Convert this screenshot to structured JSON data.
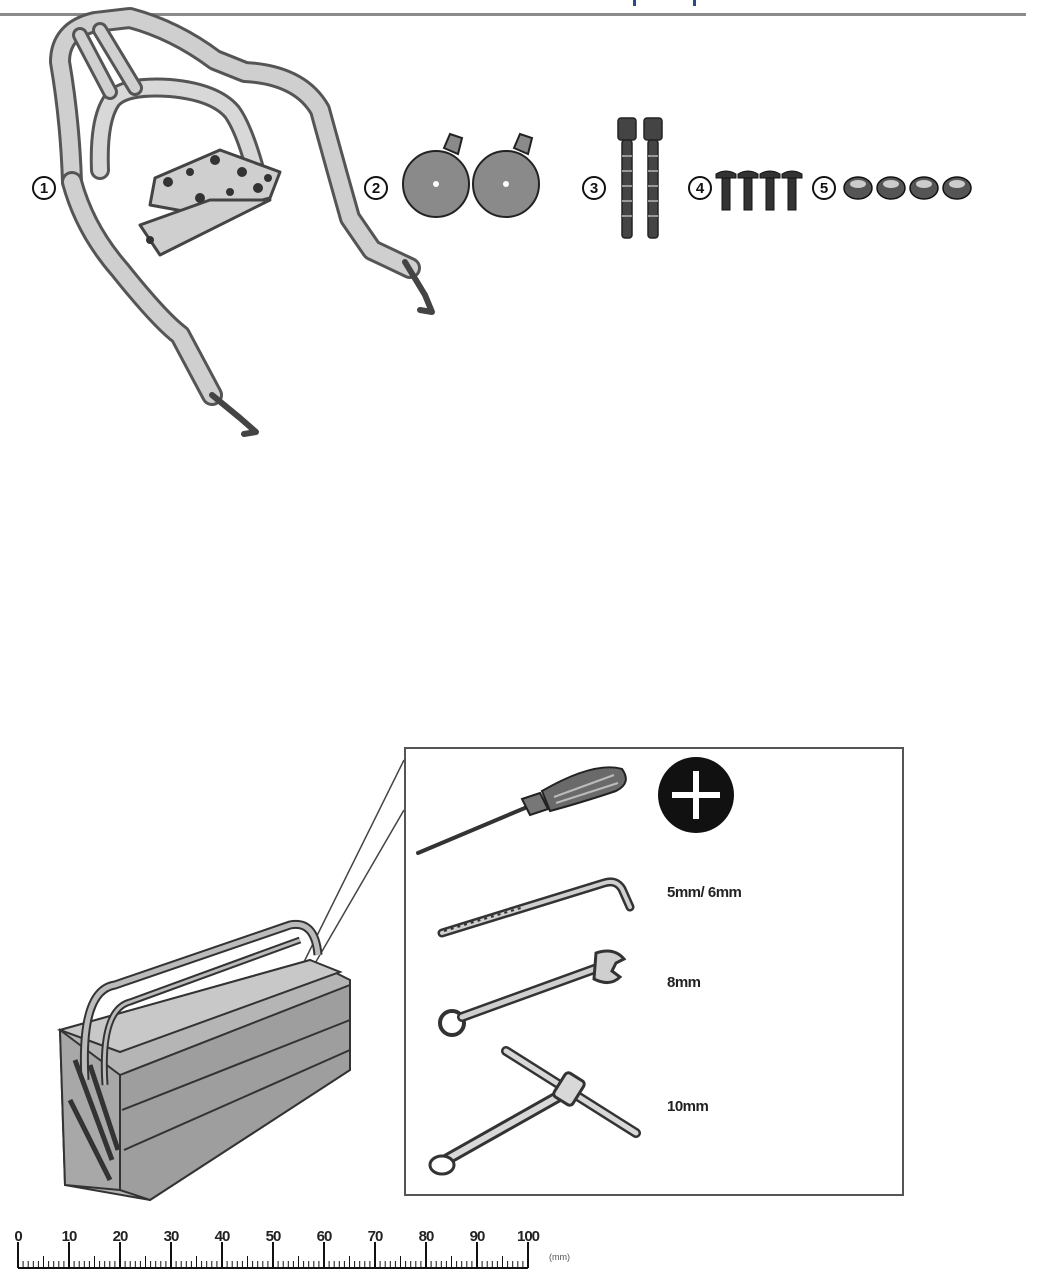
{
  "parts": {
    "badges": [
      "1",
      "2",
      "3",
      "4",
      "5"
    ]
  },
  "tools": {
    "labels": [
      "5mm/ 6mm",
      "8mm",
      "10mm"
    ]
  },
  "ruler": {
    "ticks": [
      "0",
      "10",
      "20",
      "30",
      "40",
      "50",
      "60",
      "70",
      "80",
      "90",
      "100"
    ],
    "unit": "(mm)"
  }
}
